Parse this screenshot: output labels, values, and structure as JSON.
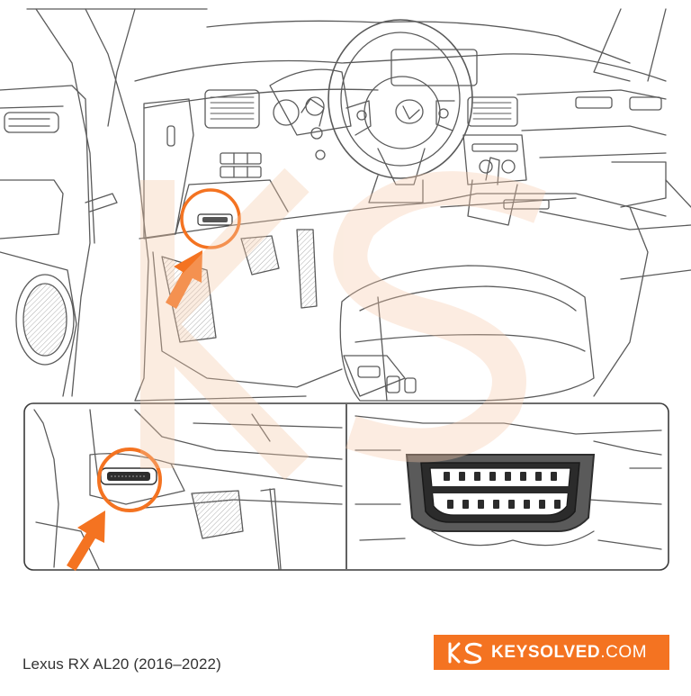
{
  "caption": "Lexus RX AL20 (2016–2022)",
  "brand": {
    "name": "KEYSOLVED",
    "tld": ".COM",
    "color": "#f47321"
  },
  "colors": {
    "accent": "#f47321",
    "line": "#555555",
    "connector": "#2e2e2e"
  }
}
